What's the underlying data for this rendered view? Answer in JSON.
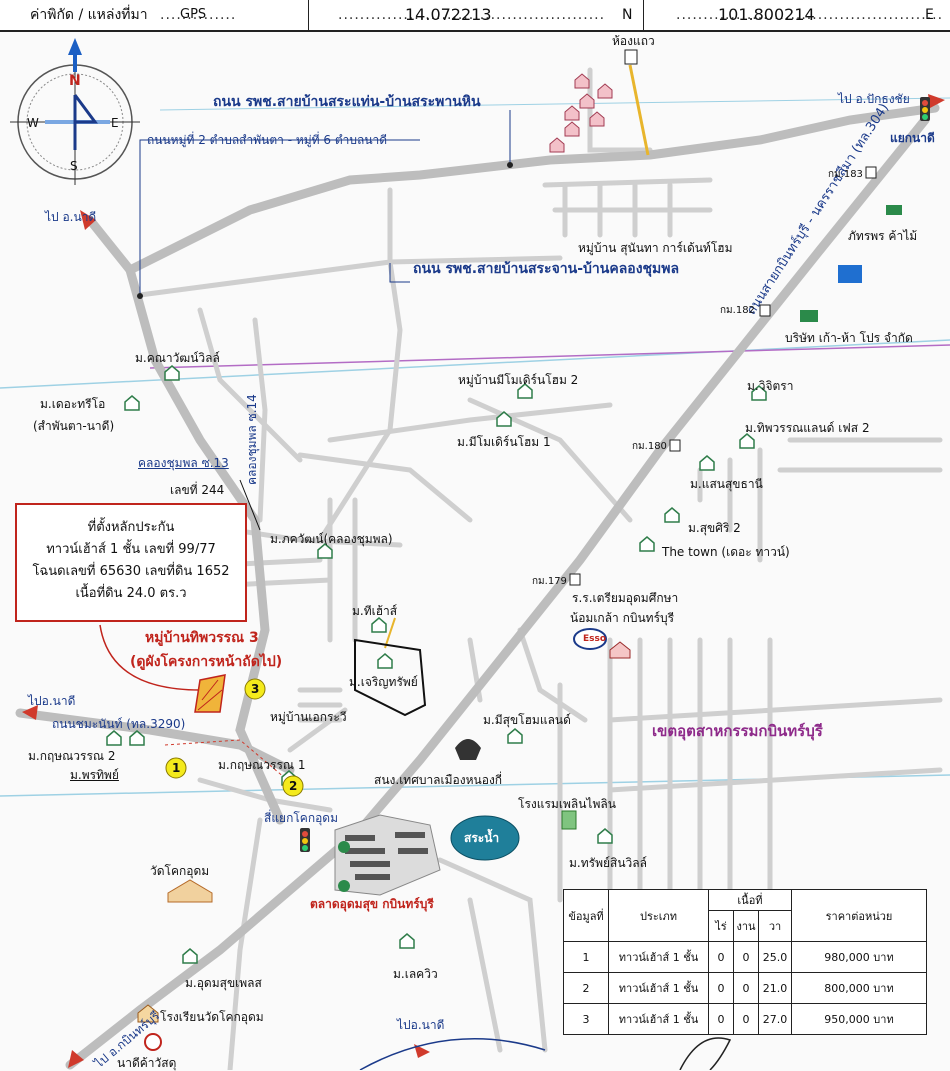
{
  "header": {
    "label": "ค่าพิกัด / แหล่งที่มา",
    "source": "GPS",
    "latitude": "14.072213",
    "lat_suffix": "N",
    "longitude": "101.800214",
    "lon_suffix": "E"
  },
  "compass": {
    "n": "N",
    "s": "S",
    "e": "E",
    "w": "W"
  },
  "roads": {
    "r1": "ถนน รพช.สายบ้านสระแท่น-บ้านสระพานหิน",
    "r2": "ถนนหมู่ที่ 2 ตำบลสำพันตา - หมู่ที่ 6 ตำบลนาดี",
    "r3": "ถนน รพช.สายบ้านสระจาน-บ้านคลองชุมพล",
    "r4": "ถนนสายกบินทร์บุรี - นครราชสีมา (ทล.304)",
    "r5": "ถนนชมะนันท์ (ทล.3290)",
    "r6": "คลองชุมพล ซ.14",
    "r7": "คลองชุมพล ซ.13",
    "r8": "เลขที่ 244"
  },
  "directions": {
    "to_nadi_top": "ไป อ.นาดี",
    "to_pakthongchai": "ไป อ.ปักธงชัย",
    "junction_nadi": "แยกนาดี",
    "to_nadi_left": "ไปอ.นาดี",
    "to_nadi_bottom": "ไปอ.นาดี",
    "to_kabin": "ไป อ.กบินทร์บุรี",
    "junction_khok": "สี่แยกโคกอุดม"
  },
  "places": {
    "hongthaeo": "ห้องแถว",
    "sunanta": "หมู่บ้าน สุนันทา การ์เด้นท์โฮม",
    "km183": "กม.183",
    "phatraphon": "ภัทรพร ค้าไม้",
    "km182": "กม.182",
    "company": "บริษัท เก้า-ห้า โปร จำกัด",
    "khanawat": "ม.คณาวัฒน์วิลล์",
    "theotree_1": "ม.เดอะทรีโอ",
    "theotree_2": "(สำพันตา-นาดี)",
    "mimodern2": "หมู่บ้านมีโมเดิร์นโฮม 2",
    "mimodern1": "ม.มีโมเดิร์นโฮม 1",
    "wijitra": "ม.วิจิตรา",
    "tippawan_land": "ม.ทิพวรรณแลนด์ เฟส 2",
    "km180": "กม.180",
    "saensuk": "ม.แสนสุขธานี",
    "suksiri": "ม.สุขศิริ 2",
    "thetown": "The town (เดอะ ทาวน์)",
    "pakwan": "ม.ภควัฒน์(คลองชุมพล)",
    "km179": "กม.179",
    "school_1": "ร.ร.เตรียมอุดมศึกษา",
    "school_2": "น้อมเกล้า กบินทร์บุรี",
    "tipawan3": "หมู่บ้านทิพวรรณ 3",
    "tipawan3_note": "(ดูผังโครงการหน้าถัดไป)",
    "tiehao": "ม.ทีเฮ้าส์",
    "charoensap": "ม.เจริญทรัพย์",
    "ekrawee": "หมู่บ้านเอกระวี",
    "misuk": "ม.มีสุขโฮมแลนด์",
    "industrial": "เขตอุตสาหกรรมกบินทร์บุรี",
    "kritsana2": "ม.กฤษณวรรณ 2",
    "prathip": "ม.พรทิพย์",
    "kritsana1": "ม.กฤษณวรรณ 1",
    "municipal": "สนง.เทศบาลเมืองหนองกี่",
    "hotel": "โรงแรมเพลินไพลิน",
    "pond": "สระน้ำ",
    "sapsin": "ม.ทรัพย์สินวิลล์",
    "wat": "วัดโคกอุดม",
    "market": "ตลาดอุดมสุข กบินทร์บุรี",
    "udomsuk": "ม.อุดมสุขเพลส",
    "lakeview": "ม.เลควิว",
    "wat_school": "โรงเรียนวัดโคกอุดม",
    "post": "นาดีค้าวัสดุ",
    "esso": "Esso"
  },
  "info_box": {
    "line1": "ที่ตั้งหลักประกัน",
    "line2": "ทาวน์เฮ้าส์ 1 ชั้น เลขที่ 99/77",
    "line3": "โฉนดเลขที่ 65630 เลขที่ดิน 1652",
    "line4": "เนื้อที่ดิน 24.0 ตร.ว"
  },
  "markers": {
    "m1": "1",
    "m2": "2",
    "m3": "3"
  },
  "table": {
    "h_no": "ข้อมูลที่",
    "h_type": "ประเภท",
    "h_area": "เนื้อที่",
    "h_rai": "ไร่",
    "h_ngan": "งาน",
    "h_wa": "วา",
    "h_price": "ราคาต่อหน่วย",
    "rows": [
      {
        "no": "1",
        "type": "ทาวน์เฮ้าส์ 1 ชั้น",
        "rai": "0",
        "ngan": "0",
        "wa": "25.0",
        "price": "980,000 บาท"
      },
      {
        "no": "2",
        "type": "ทาวน์เฮ้าส์ 1 ชั้น",
        "rai": "0",
        "ngan": "0",
        "wa": "21.0",
        "price": "800,000 บาท"
      },
      {
        "no": "3",
        "type": "ทาวน์เฮ้าส์ 1 ชั้น",
        "rai": "0",
        "ngan": "0",
        "wa": "27.0",
        "price": "950,000 บาท"
      }
    ]
  },
  "colors": {
    "road": "#c4c4c4",
    "main_road": "#bdbdbd",
    "label_blue": "#1b3a8a",
    "accent_red": "#c0241c",
    "canal": "#9ed1e4",
    "boundary": "#b36cc5",
    "marker": "#f4ea1c",
    "pond": "#1f7f9a",
    "lane": "#e8b52c"
  }
}
